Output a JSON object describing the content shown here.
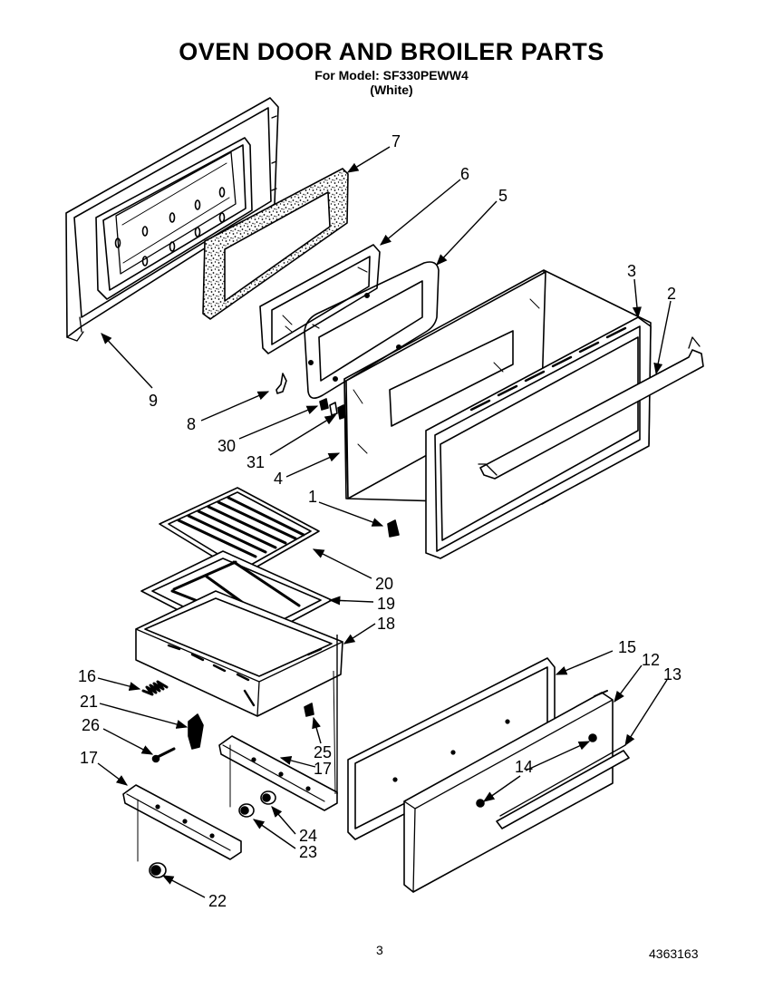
{
  "header": {
    "title": "OVEN DOOR AND BROILER PARTS",
    "model": "For Model: SF330PEWW4",
    "color": "(White)"
  },
  "callouts": [
    {
      "id": "7",
      "text": "7"
    },
    {
      "id": "6",
      "text": "6"
    },
    {
      "id": "5",
      "text": "5"
    },
    {
      "id": "3",
      "text": "3"
    },
    {
      "id": "2",
      "text": "2"
    },
    {
      "id": "9",
      "text": "9"
    },
    {
      "id": "8",
      "text": "8"
    },
    {
      "id": "30",
      "text": "30"
    },
    {
      "id": "31",
      "text": "31"
    },
    {
      "id": "4",
      "text": "4"
    },
    {
      "id": "1",
      "text": "1"
    },
    {
      "id": "20",
      "text": "20"
    },
    {
      "id": "19",
      "text": "19"
    },
    {
      "id": "18",
      "text": "18"
    },
    {
      "id": "15",
      "text": "15"
    },
    {
      "id": "12",
      "text": "12"
    },
    {
      "id": "13",
      "text": "13"
    },
    {
      "id": "16",
      "text": "16"
    },
    {
      "id": "21",
      "text": "21"
    },
    {
      "id": "26",
      "text": "26"
    },
    {
      "id": "25",
      "text": "25"
    },
    {
      "id": "17a",
      "text": "17"
    },
    {
      "id": "17b",
      "text": "17"
    },
    {
      "id": "14",
      "text": "14"
    },
    {
      "id": "24",
      "text": "24"
    },
    {
      "id": "23",
      "text": "23"
    },
    {
      "id": "22",
      "text": "22"
    }
  ],
  "footer": {
    "page_number": "3",
    "doc_number": "4363163"
  }
}
